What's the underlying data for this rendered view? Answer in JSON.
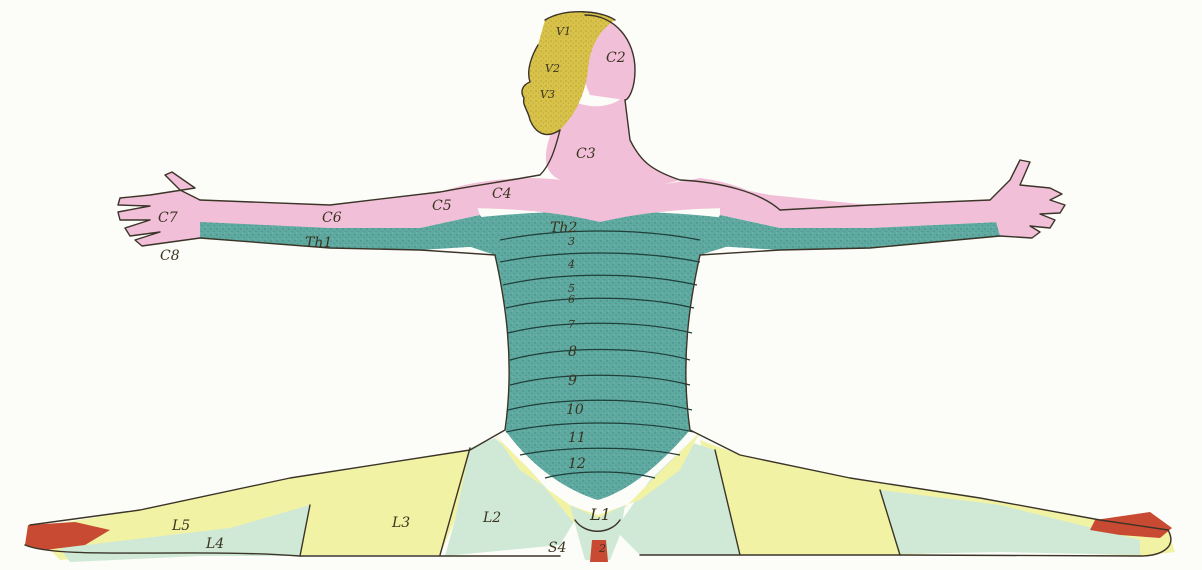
{
  "colors": {
    "background": "#fcfcf8",
    "trigeminal": "#d8c24a",
    "cervical": "#f2bfd8",
    "thoracic_dark": "#4f9a94",
    "thoracic_light": "#7fc2b4",
    "lumbar_yellow": "#f1f2a4",
    "lumbar_mint": "#cfe9d6",
    "sacral_red": "#c84a32"
  },
  "labels": {
    "v1": "V1",
    "v2": "V2",
    "v3": "V3",
    "c2": "C2",
    "c3": "C3",
    "c4": "C4",
    "c5": "C5",
    "c6": "C6",
    "c7": "C7",
    "c8": "C8",
    "th1": "Th1",
    "th2": "Th2",
    "t3": "3",
    "t4": "4",
    "t5": "5",
    "t6": "6",
    "t7": "7",
    "t8": "8",
    "t9": "9",
    "t10": "10",
    "t11": "11",
    "t12": "12",
    "l1": "L1",
    "l2": "L2",
    "l3": "L3",
    "l4": "L4",
    "l5": "L5",
    "s4": "S4",
    "s2": "2"
  }
}
